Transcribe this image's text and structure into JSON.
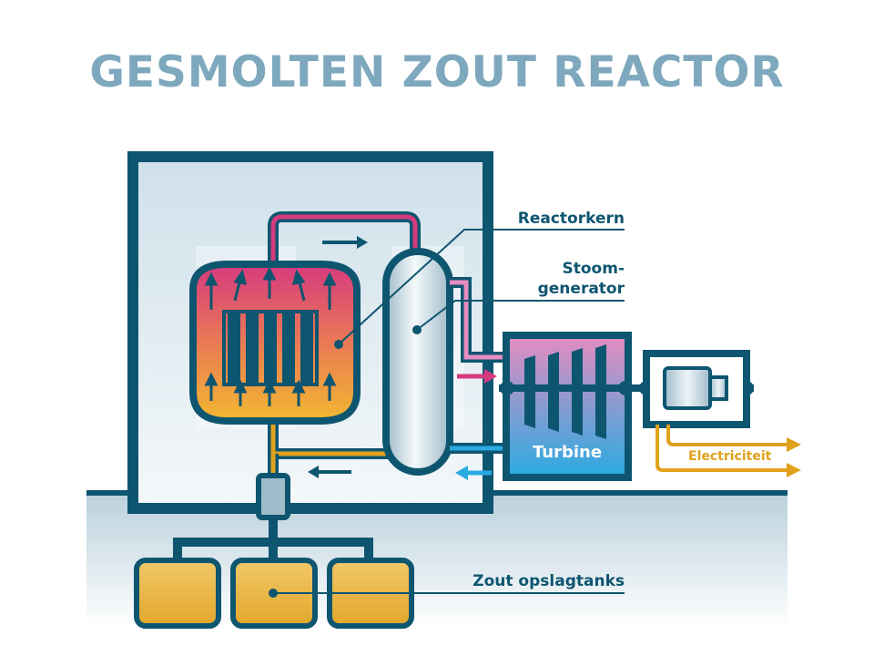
{
  "title": "GESMOLTEN ZOUT REACTOR",
  "labels": {
    "reactor_core": "Reactorkern",
    "steam_generator_line1": "Stoom-",
    "steam_generator_line2": "generator",
    "turbine": "Turbine",
    "electricity": "Electriciteit",
    "storage_tanks": "Zout opslagtanks"
  },
  "colors": {
    "outline": "#0e5570",
    "title": "#7ea8bd",
    "hot_salt": "#d63a7e",
    "warm_salt": "#e0a21d",
    "cold_water": "#29abe2",
    "building_fill": "#dce8ef"
  }
}
